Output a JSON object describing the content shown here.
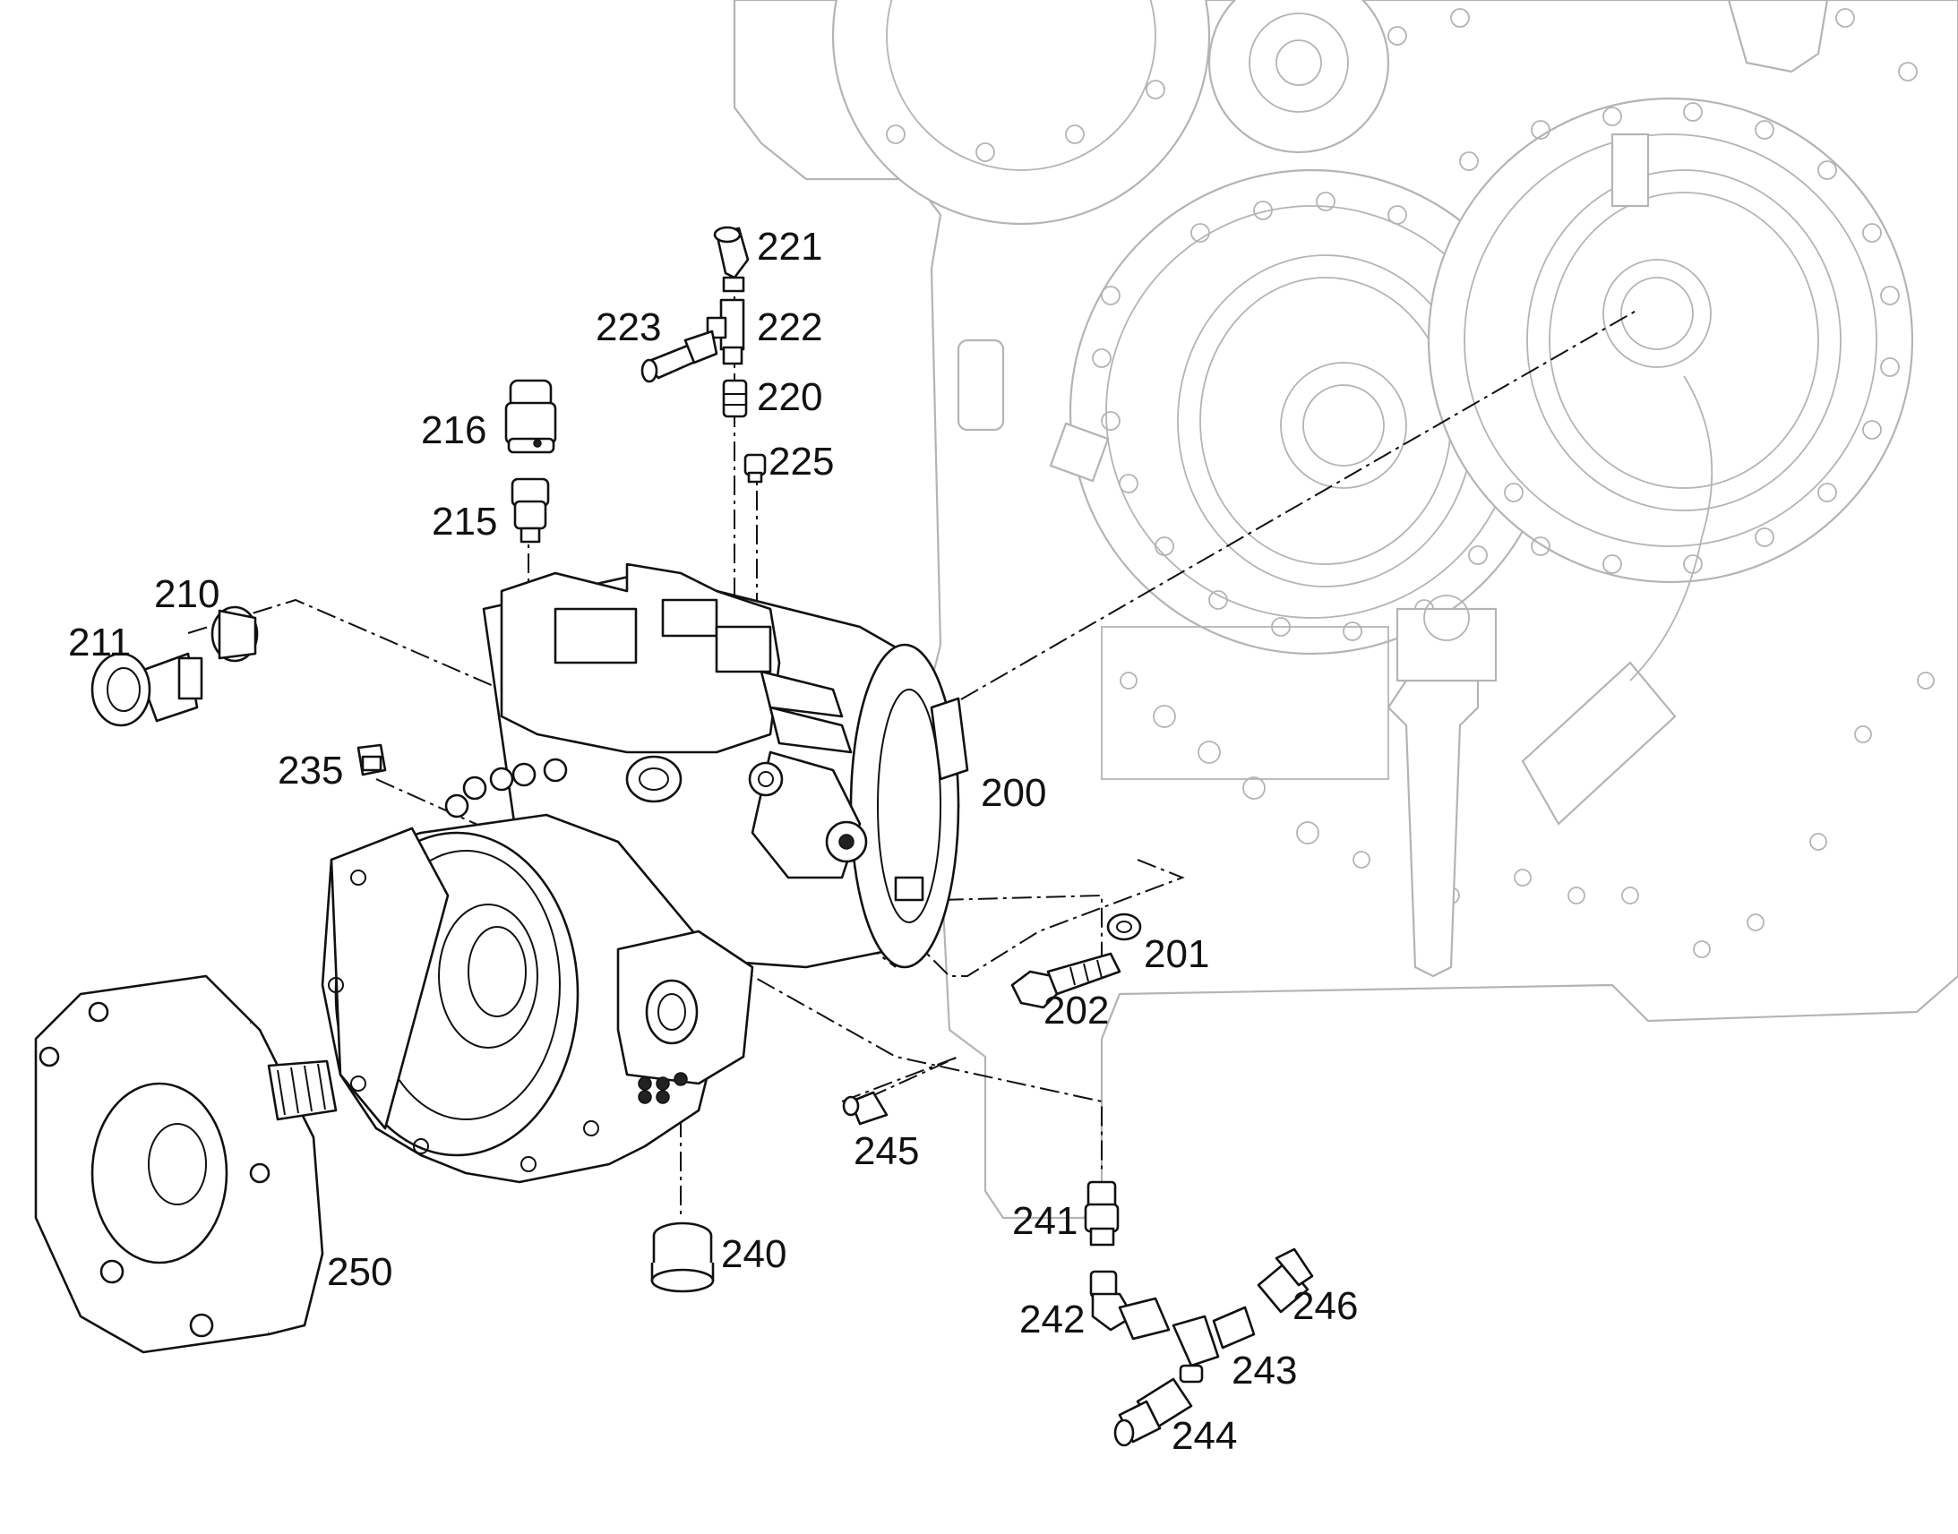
{
  "diagram": {
    "type": "exploded-parts-view",
    "callouts": [
      {
        "id": "c221",
        "text": "221"
      },
      {
        "id": "c222",
        "text": "222"
      },
      {
        "id": "c223",
        "text": "223"
      },
      {
        "id": "c220",
        "text": "220"
      },
      {
        "id": "c225",
        "text": "225"
      },
      {
        "id": "c216",
        "text": "216"
      },
      {
        "id": "c215",
        "text": "215"
      },
      {
        "id": "c210",
        "text": "210"
      },
      {
        "id": "c211",
        "text": "211"
      },
      {
        "id": "c235",
        "text": "235"
      },
      {
        "id": "c200",
        "text": "200"
      },
      {
        "id": "c201",
        "text": "201"
      },
      {
        "id": "c202",
        "text": "202"
      },
      {
        "id": "c245",
        "text": "245"
      },
      {
        "id": "c250",
        "text": "250"
      },
      {
        "id": "c240",
        "text": "240"
      },
      {
        "id": "c241",
        "text": "241"
      },
      {
        "id": "c242",
        "text": "242"
      },
      {
        "id": "c243",
        "text": "243"
      },
      {
        "id": "c244",
        "text": "244"
      },
      {
        "id": "c246",
        "text": "246"
      }
    ]
  }
}
